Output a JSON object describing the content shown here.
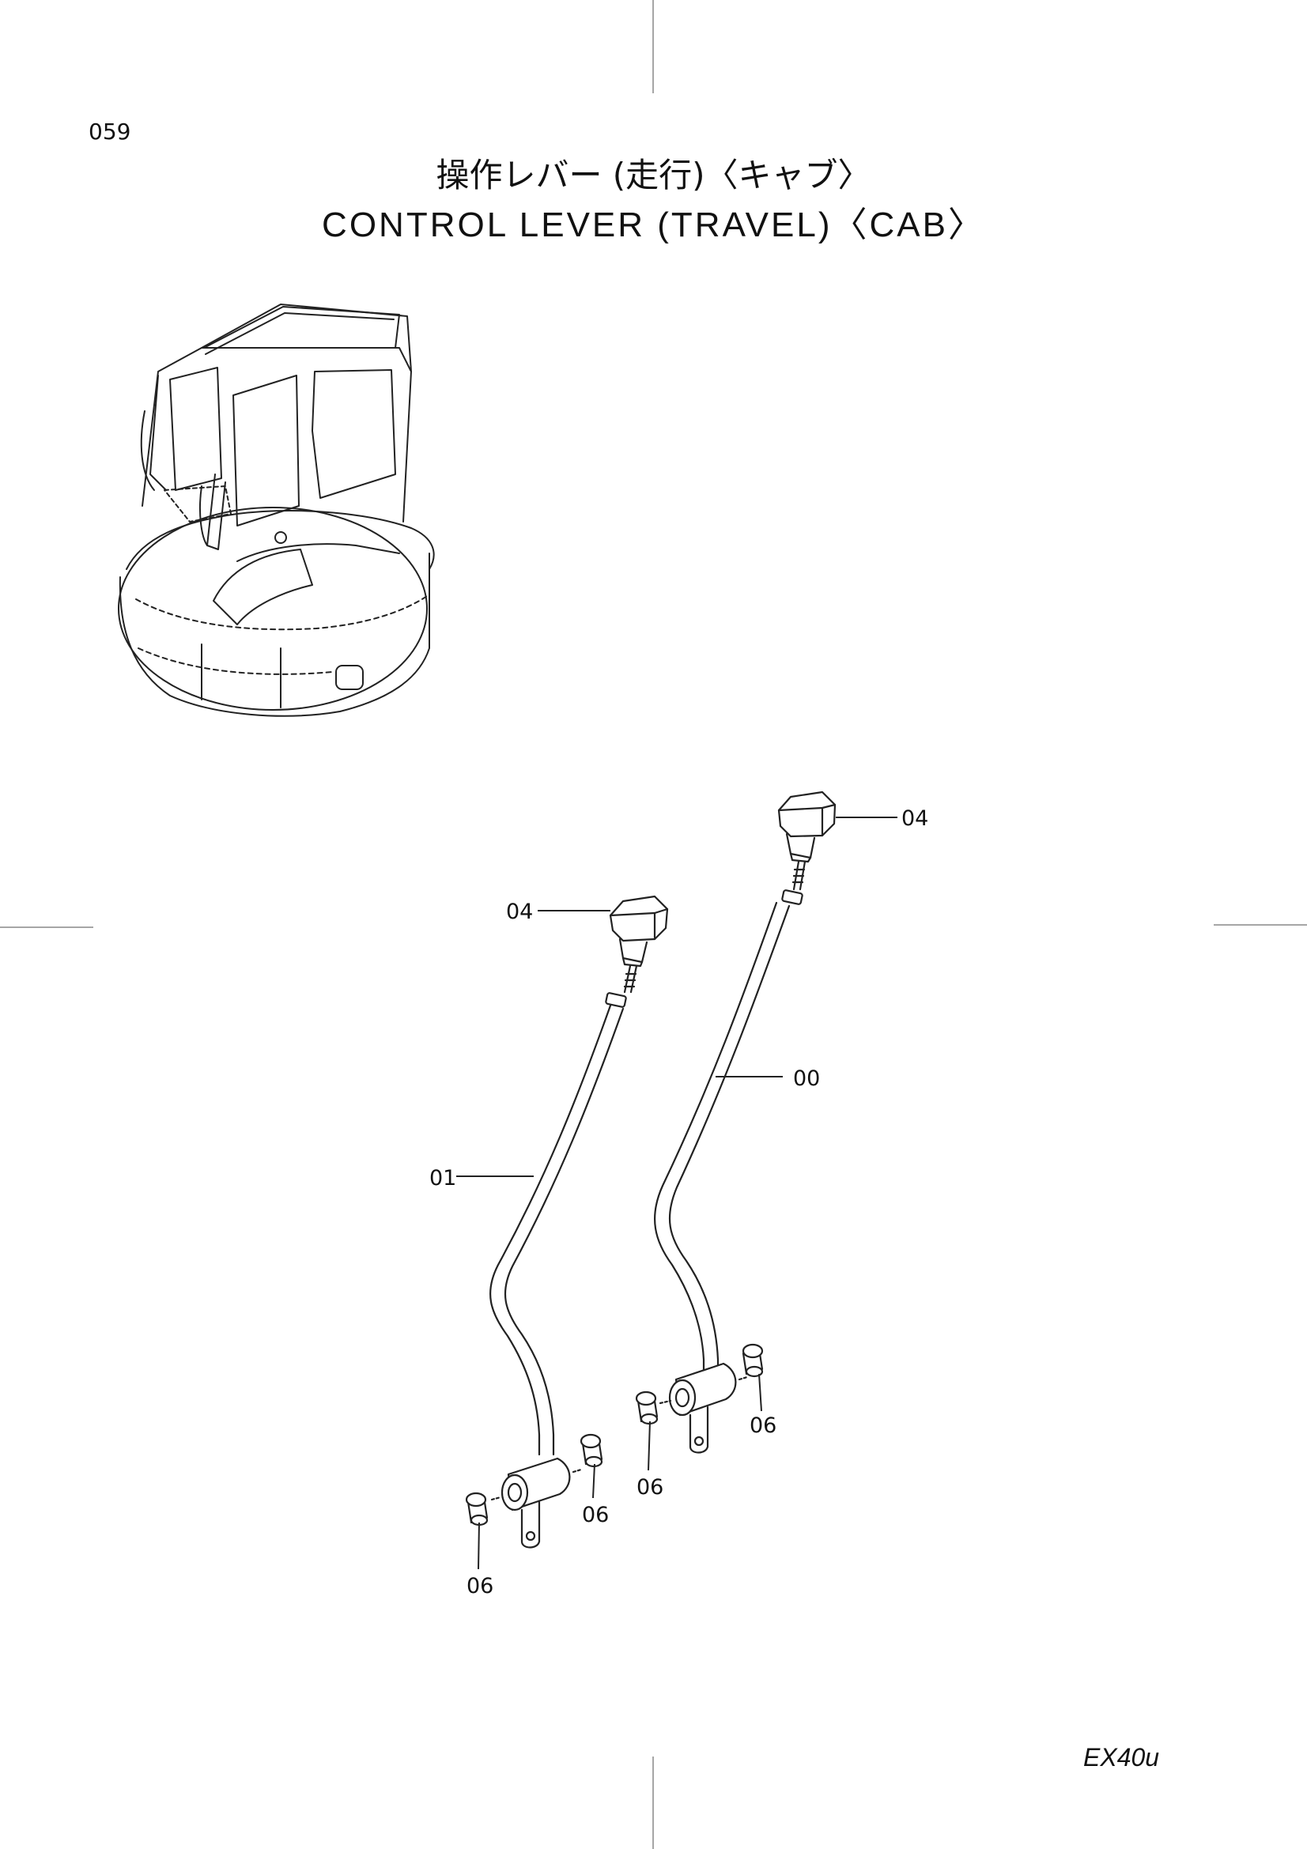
{
  "page_number": "059",
  "title": {
    "jp": "操作レバー (走行)〈キャブ〉",
    "en": "CONTROL  LEVER  (TRAVEL)〈CAB〉"
  },
  "model_code": "EX40u",
  "callouts": {
    "knob_right": "04",
    "knob_left": "04",
    "lever_right": "00",
    "lever_left": "01",
    "bushing_left_lower": "06",
    "bushing_left_upper": "06",
    "bushing_right_lower": "06",
    "bushing_right_upper": "06"
  }
}
